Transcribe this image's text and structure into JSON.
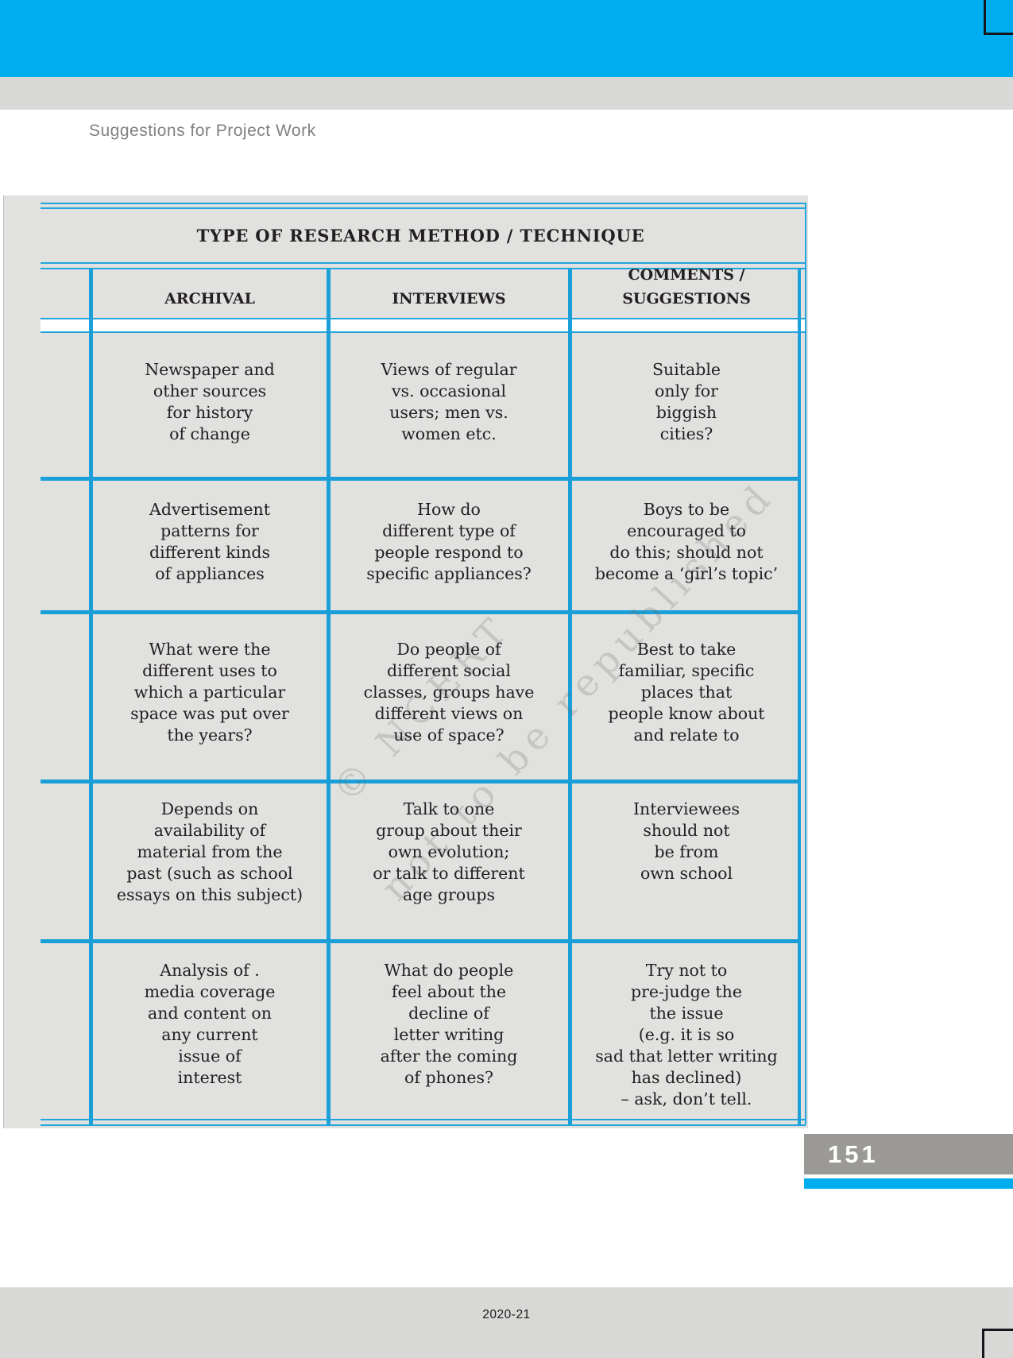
{
  "header": {
    "running_title": "Suggestions for Project Work"
  },
  "table": {
    "title": "TYPE OF RESEARCH METHOD / TECHNIQUE",
    "columns": {
      "archival": "ARCHIVAL",
      "interviews": "INTERVIEWS",
      "comments": "COMMENTS /\nSUGGESTIONS"
    },
    "rows": [
      {
        "archival": "Newspaper and\nother sources\nfor history\nof change",
        "interviews": "Views of regular\nvs. occasional\nusers; men vs.\nwomen etc.",
        "comments": "Suitable\nonly for\nbiggish\ncities?"
      },
      {
        "archival": "Advertisement\npatterns for\ndifferent kinds\nof appliances",
        "interviews": "How do\ndifferent type of\npeople respond to\nspecific appliances?",
        "comments": "Boys to be\nencouraged to\ndo this; should not\nbecome a ‘girl’s topic’"
      },
      {
        "archival": "What were the\ndifferent uses to\nwhich a particular\nspace was put over\nthe years?",
        "interviews": "Do people of\ndifferent social\nclasses, groups have\ndifferent views on\nuse of space?",
        "comments": "Best to take\nfamiliar, specific\nplaces that\npeople know about\nand relate to"
      },
      {
        "archival": "Depends on\navailability of\nmaterial from the\npast (such as school\nessays on this subject)",
        "interviews": "Talk to one\ngroup about their\nown evolution;\nor talk to different\nage groups",
        "comments": "Interviewees\nshould not\nbe from\nown school"
      },
      {
        "archival": "Analysis of .\nmedia coverage\nand content on\nany current\nissue of\ninterest",
        "interviews": "What do people\nfeel about the\ndecline of\nletter writing\nafter the coming\nof phones?",
        "comments": "Try not to\npre-judge the\nthe issue\n(e.g. it is so\nsad that letter writing\nhas declined)\n– ask, don’t tell."
      }
    ]
  },
  "watermark": {
    "line1": "© NCERT",
    "line2": "not to be republished"
  },
  "page_number": "151",
  "footer": {
    "year": "2020-21"
  },
  "colors": {
    "cyan_band": "#00aeef",
    "cyan_lines": "#1b9fd8",
    "gray_band": "#d8d8d6",
    "table_gray": "#e1e1df",
    "badge_gray": "#9b9995",
    "text": "#231f20"
  }
}
